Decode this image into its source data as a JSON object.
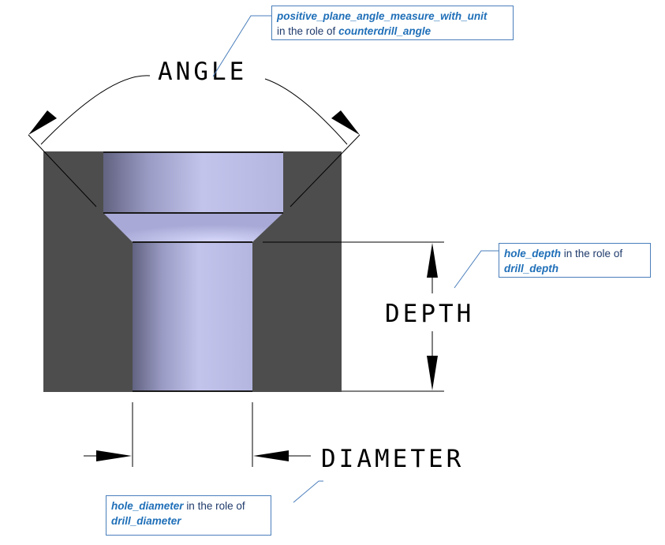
{
  "labels": {
    "angle": "ANGLE",
    "depth": "DEPTH",
    "diameter": "DIAMETER"
  },
  "callouts": {
    "angle": {
      "term": "positive_plane_angle_measure_with_unit",
      "connector": "in the role of",
      "role": "counterdrill_angle"
    },
    "depth": {
      "term": "hole_depth",
      "connector": "in the role of",
      "role": "drill_depth"
    },
    "diameter": {
      "term": "hole_diameter",
      "connector": "in the role of",
      "role": "drill_diameter"
    }
  },
  "colors": {
    "block": "#4d4d4d",
    "hole_light": "#c8caf2",
    "hole_dark": "#6a6b8a",
    "callout_border": "#4a7ebb",
    "callout_term": "#1f6fb8"
  }
}
